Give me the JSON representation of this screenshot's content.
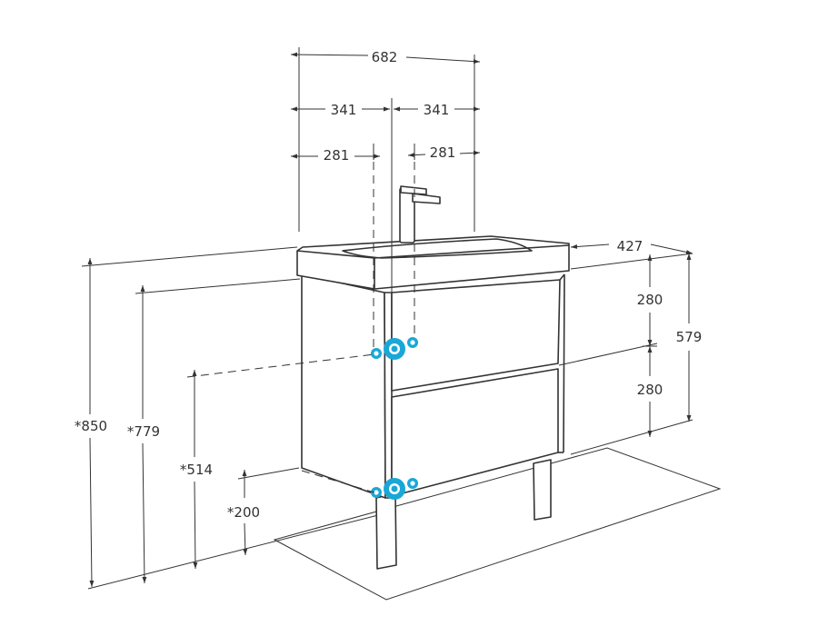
{
  "dimensions": {
    "width_total": "682",
    "half_left": "341",
    "half_right": "341",
    "offset_left": "281",
    "offset_right": "281",
    "depth": "427",
    "upper_drawer": "280",
    "lower_drawer": "280",
    "body_height": "579",
    "total_height": "*850",
    "drain_height": "*779",
    "water_upper_height": "*514",
    "water_lower_height": "*200"
  },
  "colors": {
    "line": "#333333",
    "outlet": "#1aa7d8",
    "background": "#ffffff"
  },
  "icons": {
    "outlet": "water-outlet-icon"
  }
}
